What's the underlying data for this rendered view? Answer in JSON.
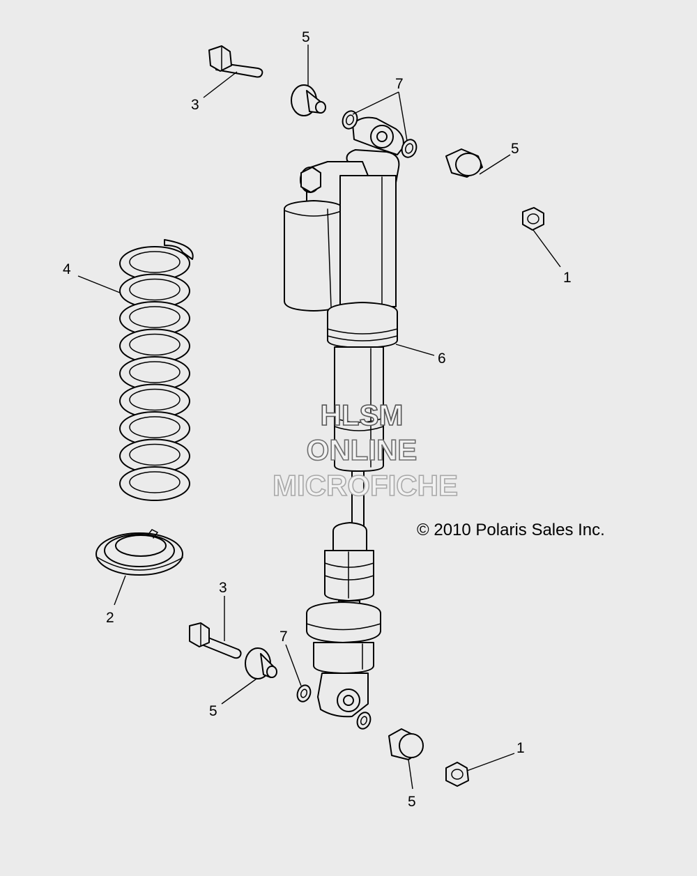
{
  "diagram": {
    "callouts": [
      {
        "id": "c-5-top",
        "label": "5"
      },
      {
        "id": "c-3-top",
        "label": "3"
      },
      {
        "id": "c-7-top",
        "label": "7"
      },
      {
        "id": "c-5-right",
        "label": "5"
      },
      {
        "id": "c-1-top",
        "label": "1"
      },
      {
        "id": "c-4",
        "label": "4"
      },
      {
        "id": "c-6",
        "label": "6"
      },
      {
        "id": "c-2",
        "label": "2"
      },
      {
        "id": "c-3-bottom",
        "label": "3"
      },
      {
        "id": "c-7-bottom",
        "label": "7"
      },
      {
        "id": "c-5-left",
        "label": "5"
      },
      {
        "id": "c-1-bottom",
        "label": "1"
      },
      {
        "id": "c-5-bottom",
        "label": "5"
      }
    ],
    "watermark": {
      "line1": "HLSM",
      "line2": "ONLINE",
      "line3": "MICROFICHE",
      "colors": [
        "#555555",
        "#6e6e6e",
        "#a8a8a8"
      ]
    },
    "copyright": "© 2010 Polaris Sales Inc.",
    "colors": {
      "background": "#ebebeb",
      "linework": "#000000"
    }
  }
}
